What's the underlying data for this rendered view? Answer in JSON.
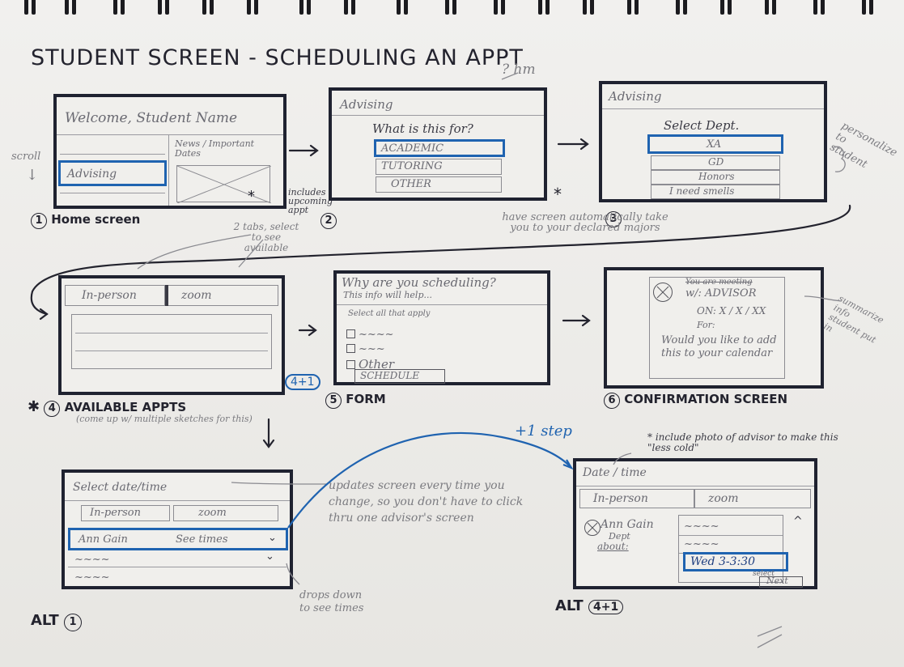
{
  "title": "STUDENT SCREEN - SCHEDULING AN APPT",
  "notes": {
    "hm": "? hm",
    "scroll": "scroll",
    "includes_upcoming": "includes upcoming appt",
    "personalize": "personalize to student",
    "have_screen": "have screen automatically take you to your declared majors",
    "two_tabs": "2 tabs, select to see available",
    "summarize": "summarize info student put in",
    "come_up": "(come up w/ multiple sketches for this)",
    "plus_one_step": "+1 step",
    "include_photo": "* include photo of advisor to make this \"less cold\"",
    "updates_screen": "updates screen every time you change, so you don't have to click thru one advisor's screen",
    "drops_down": "drops down to see times",
    "asterisk": "*"
  },
  "screens": {
    "s1": {
      "welcome": "Welcome, Student Name",
      "news": "News / Important Dates",
      "advising": "Advising",
      "caption_num": "1",
      "caption": "Home screen"
    },
    "s2": {
      "header": "Advising",
      "question": "What is this for?",
      "options": [
        "ACADEMIC",
        "TUTORING",
        "OTHER"
      ],
      "caption_num": "2"
    },
    "s3": {
      "header": "Advising",
      "question": "Select Dept.",
      "options": [
        "XA",
        "GD",
        "Honors",
        "I need smells"
      ],
      "caption_num": "3"
    },
    "s4": {
      "tabs": [
        "In-person",
        "zoom"
      ],
      "caption_num": "4",
      "caption": "AVAILABLE APPTS",
      "badge": "4+1"
    },
    "s5": {
      "title": "Why are you scheduling?",
      "subtitle": "This info will help...",
      "select_all": "Select all that apply",
      "other": "Other",
      "button": "SCHEDULE",
      "caption_num": "5",
      "caption": "FORM"
    },
    "s6": {
      "line1": "You are meeting",
      "line2": "w/: ADVISOR",
      "line3": "ON: X / X / XX",
      "line4": "For:",
      "line5": "Would you like to add this to your calendar",
      "caption_num": "6",
      "caption": "CONFIRMATION SCREEN"
    },
    "alt1": {
      "header": "Select date/time",
      "tabs": [
        "In-person",
        "zoom"
      ],
      "advisor": "Ann Gain",
      "see_times": "See times",
      "caption": "ALT",
      "caption_num": "1"
    },
    "alt41": {
      "header": "Date / time",
      "tabs": [
        "In-person",
        "zoom"
      ],
      "advisor": "Ann Gain",
      "dept": "Dept",
      "about": "about:",
      "slot": "Wed 3-3:30",
      "select": "select",
      "next": "Next",
      "caption": "ALT",
      "caption_num": "4+1"
    }
  },
  "colors": {
    "ink": "#23232e",
    "blue": "#1f63b0",
    "pencil": "#8a8a90",
    "paper": "#efeeeb"
  }
}
